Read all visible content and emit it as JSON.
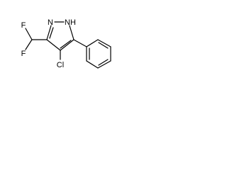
{
  "molecule": {
    "atom_labels": {
      "nh": "NH",
      "n": "N",
      "f_top": "F",
      "f_bottom": "F",
      "cl": "Cl"
    }
  },
  "colors": {
    "bond": "#000000",
    "text": "#000000",
    "background": "#ffffff"
  }
}
